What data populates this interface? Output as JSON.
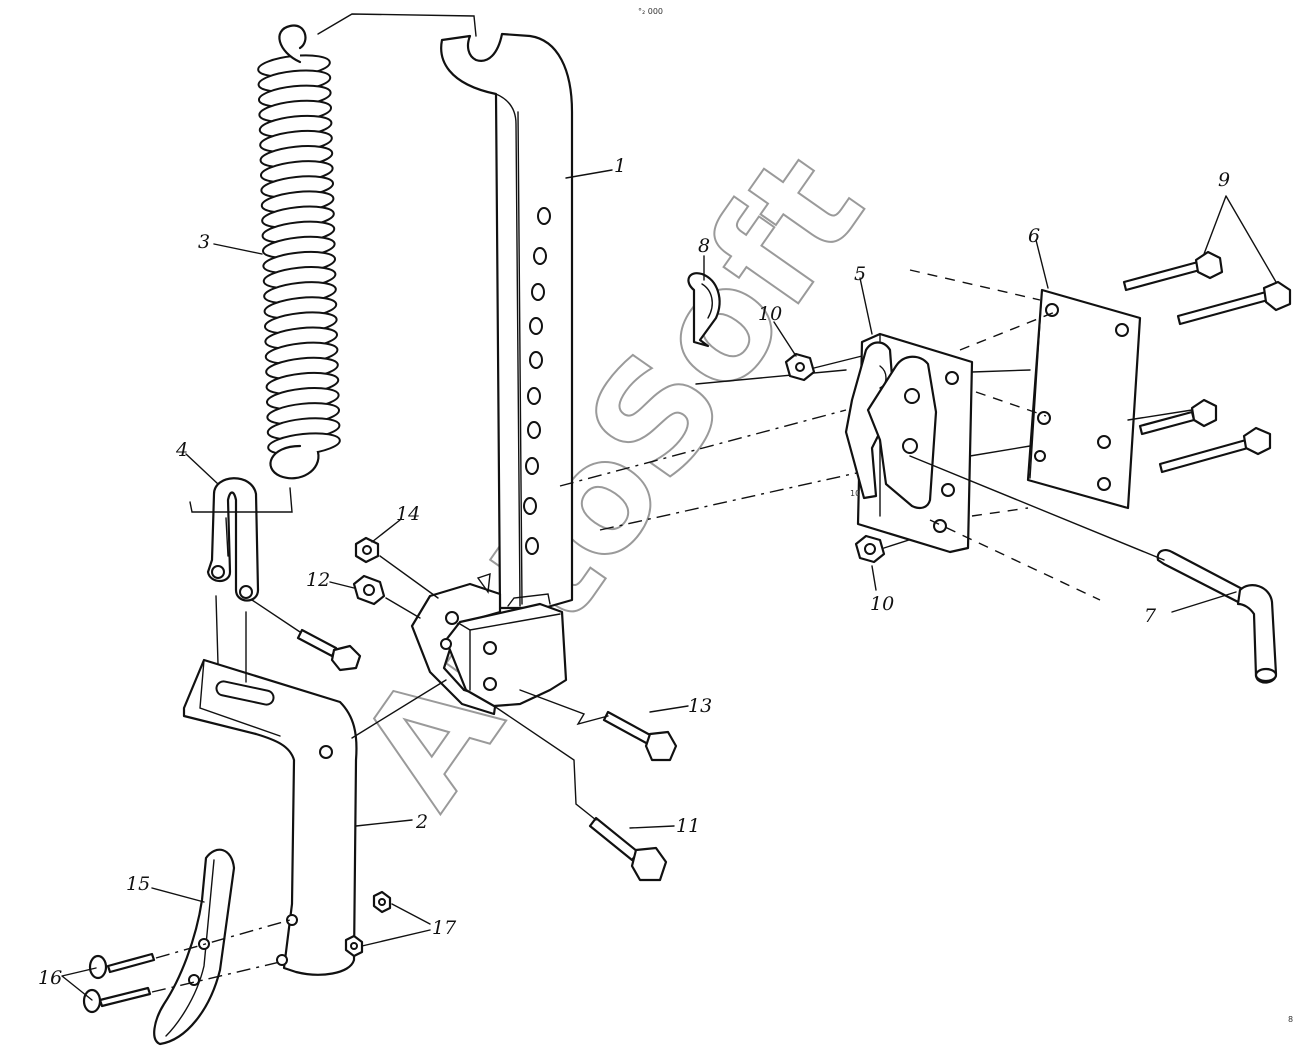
{
  "callouts": [
    {
      "id": "1",
      "label": "1"
    },
    {
      "id": "2",
      "label": "2"
    },
    {
      "id": "3",
      "label": "3"
    },
    {
      "id": "4",
      "label": "4"
    },
    {
      "id": "5",
      "label": "5"
    },
    {
      "id": "6",
      "label": "6"
    },
    {
      "id": "7",
      "label": "7"
    },
    {
      "id": "8",
      "label": "8"
    },
    {
      "id": "9",
      "label": "9"
    },
    {
      "id": "10a",
      "label": "10"
    },
    {
      "id": "10b",
      "label": "10"
    },
    {
      "id": "11",
      "label": "11"
    },
    {
      "id": "12",
      "label": "12"
    },
    {
      "id": "13",
      "label": "13"
    },
    {
      "id": "14",
      "label": "14"
    },
    {
      "id": "15",
      "label": "15"
    },
    {
      "id": "16",
      "label": "16"
    },
    {
      "id": "17",
      "label": "17"
    }
  ],
  "watermark": "AutoSoft",
  "corner_mark": "8",
  "top_mark": "°₂ 000",
  "colors": {
    "line": "#111111",
    "watermark": "#9a9a9a",
    "background": "#ffffff"
  }
}
